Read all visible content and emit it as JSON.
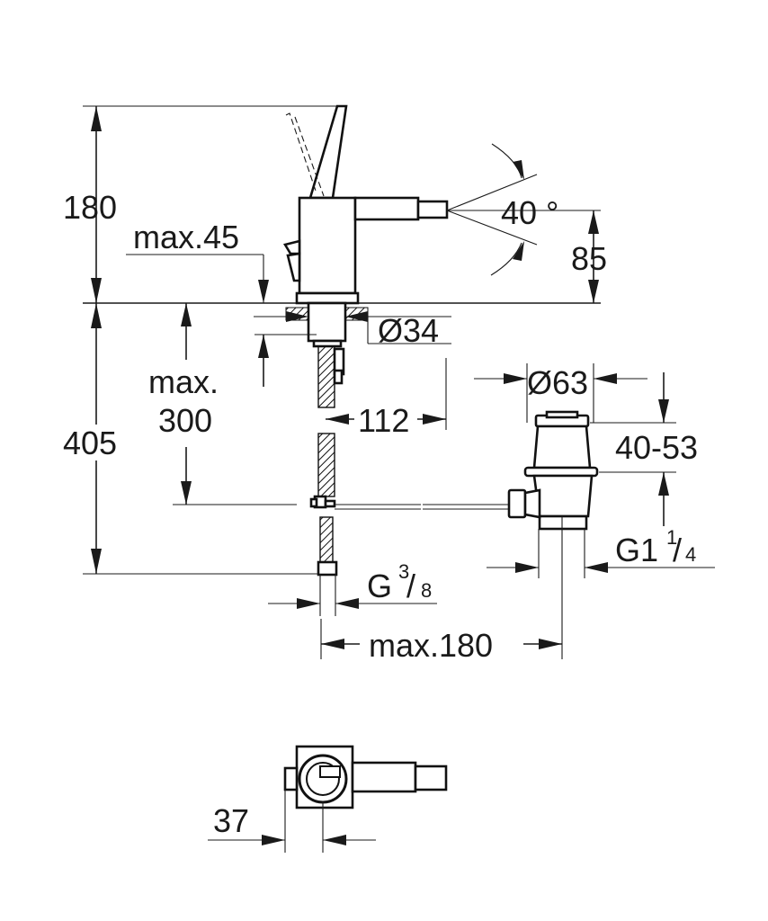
{
  "dimensions": {
    "height_total": "180",
    "max_45": "max.45",
    "angle": "40 °",
    "spout_height": "85",
    "dia_34": "Ø34",
    "max_300_line1": "max.",
    "max_300_line2": "300",
    "dist_112": "112",
    "dia_63": "Ø63",
    "range_40_53": "40-53",
    "height_405": "405",
    "thread_g": "G",
    "thread_g_num": "3",
    "thread_g_den": "8",
    "thread_g1": "G1",
    "thread_g1_num": "1",
    "thread_g1_den": "4",
    "max_180": "max.180",
    "width_37": "37"
  }
}
